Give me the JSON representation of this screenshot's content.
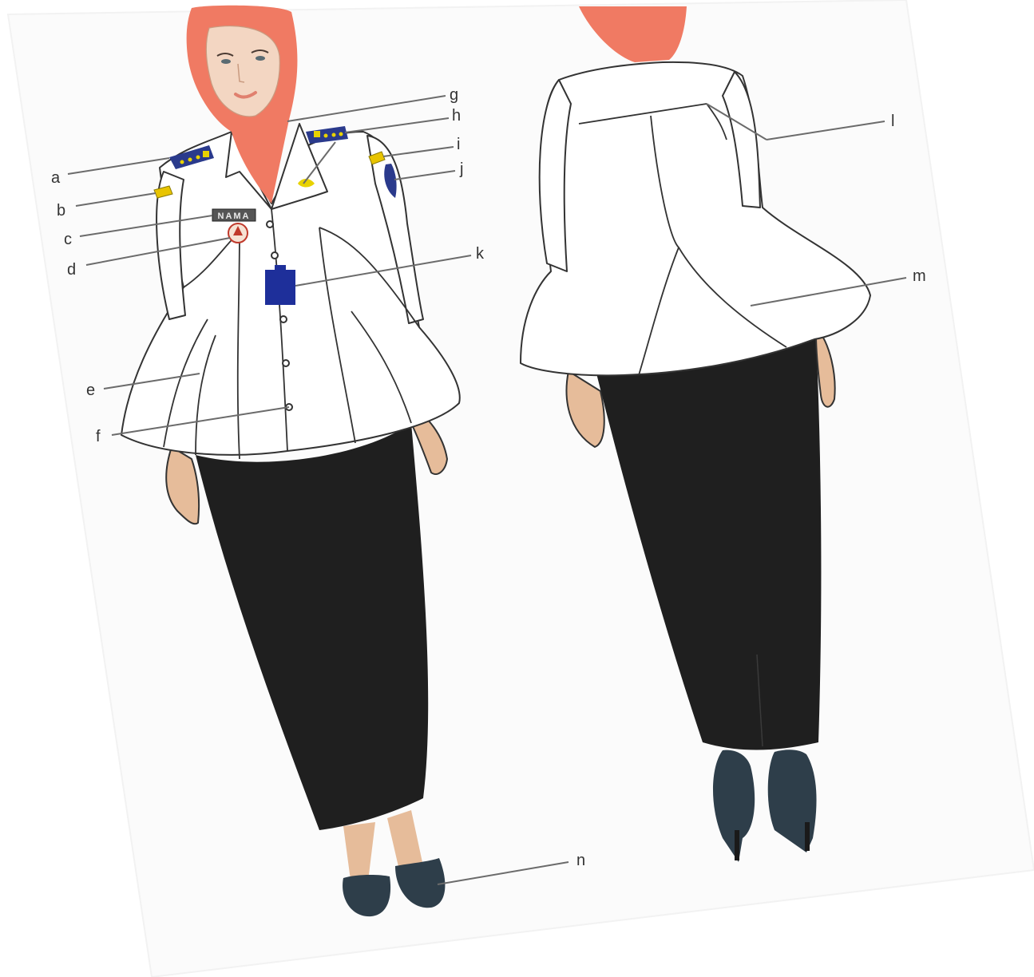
{
  "name_tag": {
    "text": "NAMA"
  },
  "callouts": {
    "front": [
      "a",
      "b",
      "c",
      "d",
      "e",
      "f",
      "g",
      "h",
      "i",
      "j",
      "k",
      "n"
    ],
    "back": [
      "l",
      "m"
    ]
  },
  "colors": {
    "paper": "#fbfbfb",
    "hijab": "#f07a63",
    "skin": "#e6bc9a",
    "jacket": "#ffffff",
    "skirt": "#1f1f1f",
    "shoes": "#2e3e4a",
    "navy_insignia": "#2a3a8c",
    "gold_insignia": "#e8d200",
    "id_card": "#1e2f9a"
  },
  "icons": [
    "epaulette-icon",
    "rank-pin-icon",
    "shoulder-patch-icon",
    "emblem-badge-icon",
    "id-card-icon",
    "shoe-icon"
  ]
}
